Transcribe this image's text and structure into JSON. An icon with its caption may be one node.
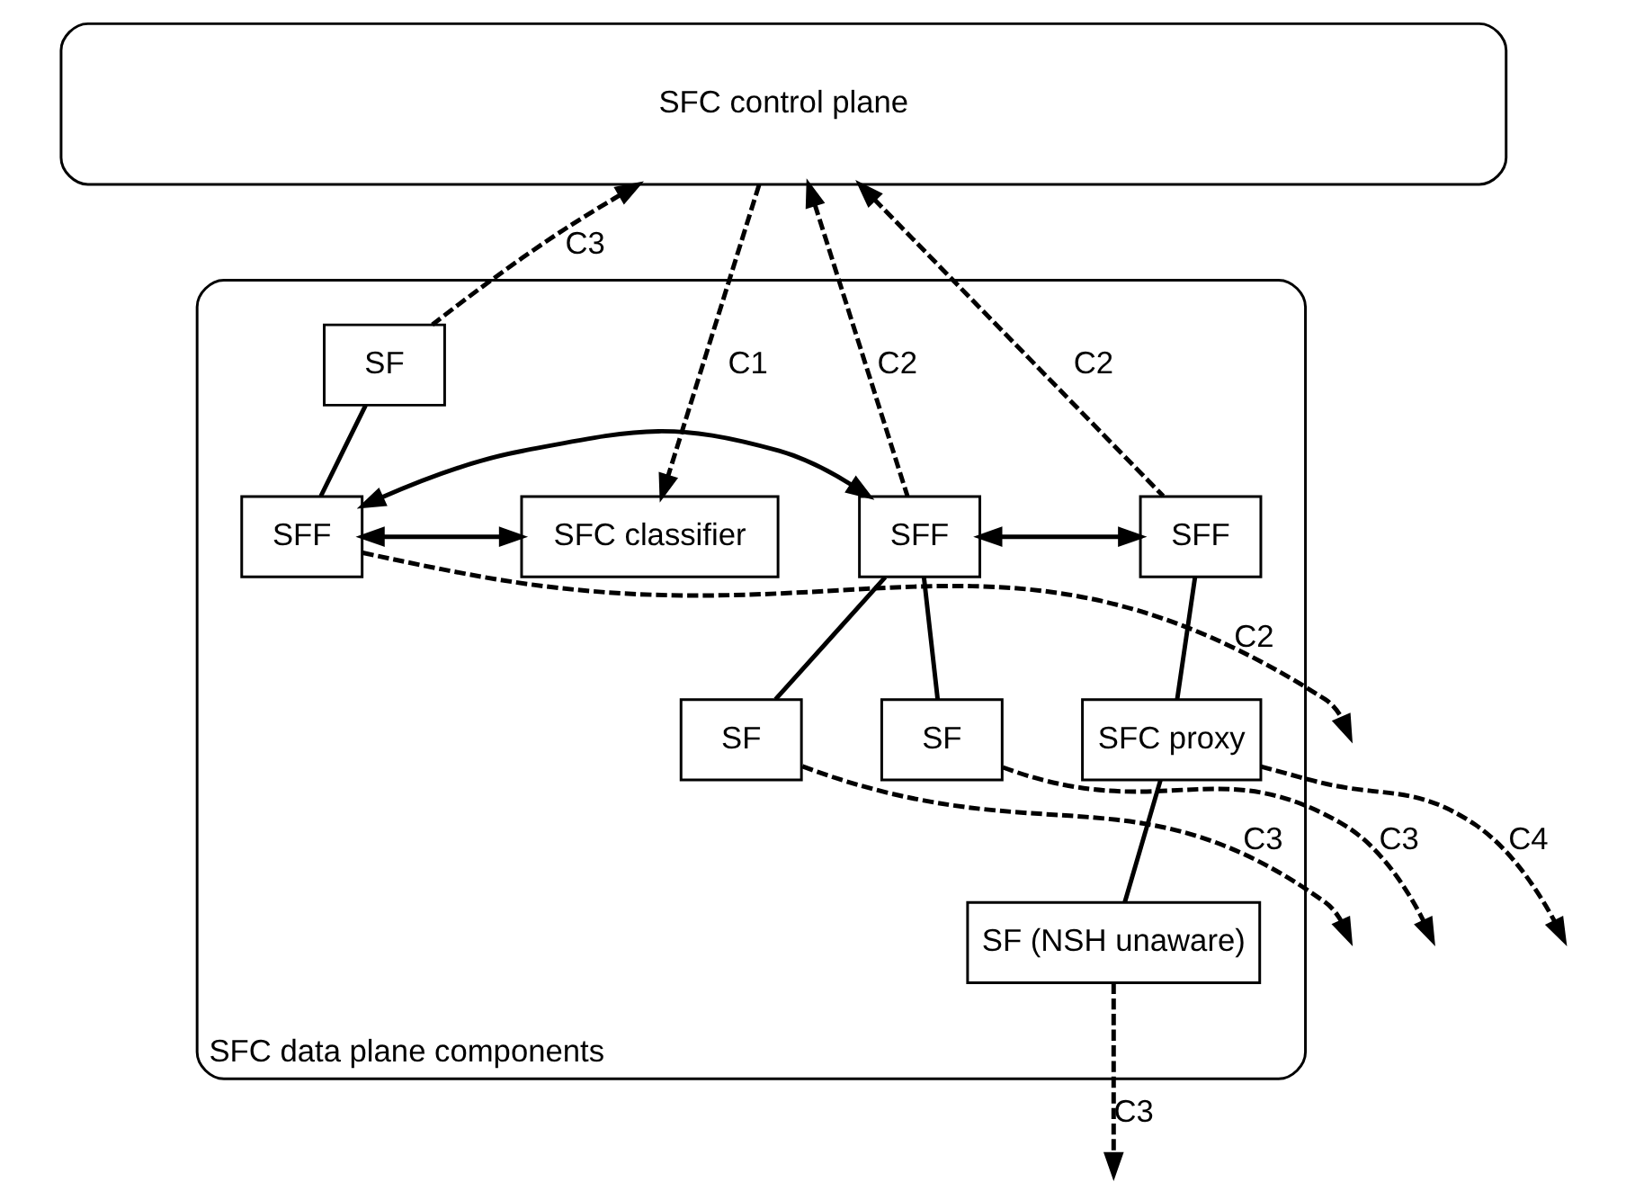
{
  "diagram": {
    "nodes": [
      {
        "text": [
          "SFC control plane"
        ]
      },
      {
        "text": [
          "SFC data plane components"
        ]
      },
      {
        "text": [
          "SFC classifier"
        ],
        "in": 1
      },
      {
        "text": [
          "SF"
        ],
        "in": 1
      },
      {
        "text": [
          "SFF"
        ],
        "in": 1
      },
      {
        "text": [
          "SFF"
        ],
        "in": 1
      },
      {
        "text": [
          "SFF"
        ],
        "in": 1
      },
      {
        "text": [
          "SF"
        ],
        "in": 1
      },
      {
        "text": [
          "SF"
        ],
        "in": 1
      },
      {
        "text": [
          "SFC proxy"
        ],
        "in": 1
      },
      {
        "text": [
          "SF (NSH unaware)"
        ],
        "in": 1
      }
    ],
    "edges": [
      {
        "from": 0,
        "to": 2,
        "arrow": "to",
        "label": "C1",
        "style": "dashed"
      },
      {
        "from": 3,
        "to": 0,
        "arrow": "to",
        "label": "C3",
        "style": "dashed"
      },
      {
        "from": 5,
        "to": 0,
        "arrow": "to",
        "label": "C2",
        "style": "dashed"
      },
      {
        "from": 6,
        "to": 0,
        "arrow": "to",
        "label": "C2",
        "style": "dashed"
      },
      {
        "from": 3,
        "to": 4,
        "arrow": "none"
      },
      {
        "from": 2,
        "to": 4,
        "arrow": "both"
      },
      {
        "from": 4,
        "to": 5,
        "arrow": "both"
      },
      {
        "from": 5,
        "to": 6,
        "arrow": "both"
      },
      {
        "from": 4,
        "to": null,
        "arrow": "to",
        "label": "C2",
        "style": "dashed"
      },
      {
        "from": 5,
        "to": 7,
        "arrow": "none"
      },
      {
        "from": 5,
        "to": 8,
        "arrow": "none"
      },
      {
        "from": 6,
        "to": 9,
        "arrow": "none"
      },
      {
        "from": 9,
        "to": null,
        "arrow": "to",
        "label": "C4",
        "style": "dashed"
      },
      {
        "from": 9,
        "to": 10,
        "arrow": "none"
      },
      {
        "from": 7,
        "to": null,
        "arrow": "to",
        "label": "C3",
        "style": "dashed"
      },
      {
        "from": 8,
        "to": null,
        "arrow": "to",
        "label": "C3",
        "style": "dashed"
      },
      {
        "from": 10,
        "to": null,
        "arrow": "to",
        "label": "C3",
        "style": "dashed"
      }
    ]
  }
}
